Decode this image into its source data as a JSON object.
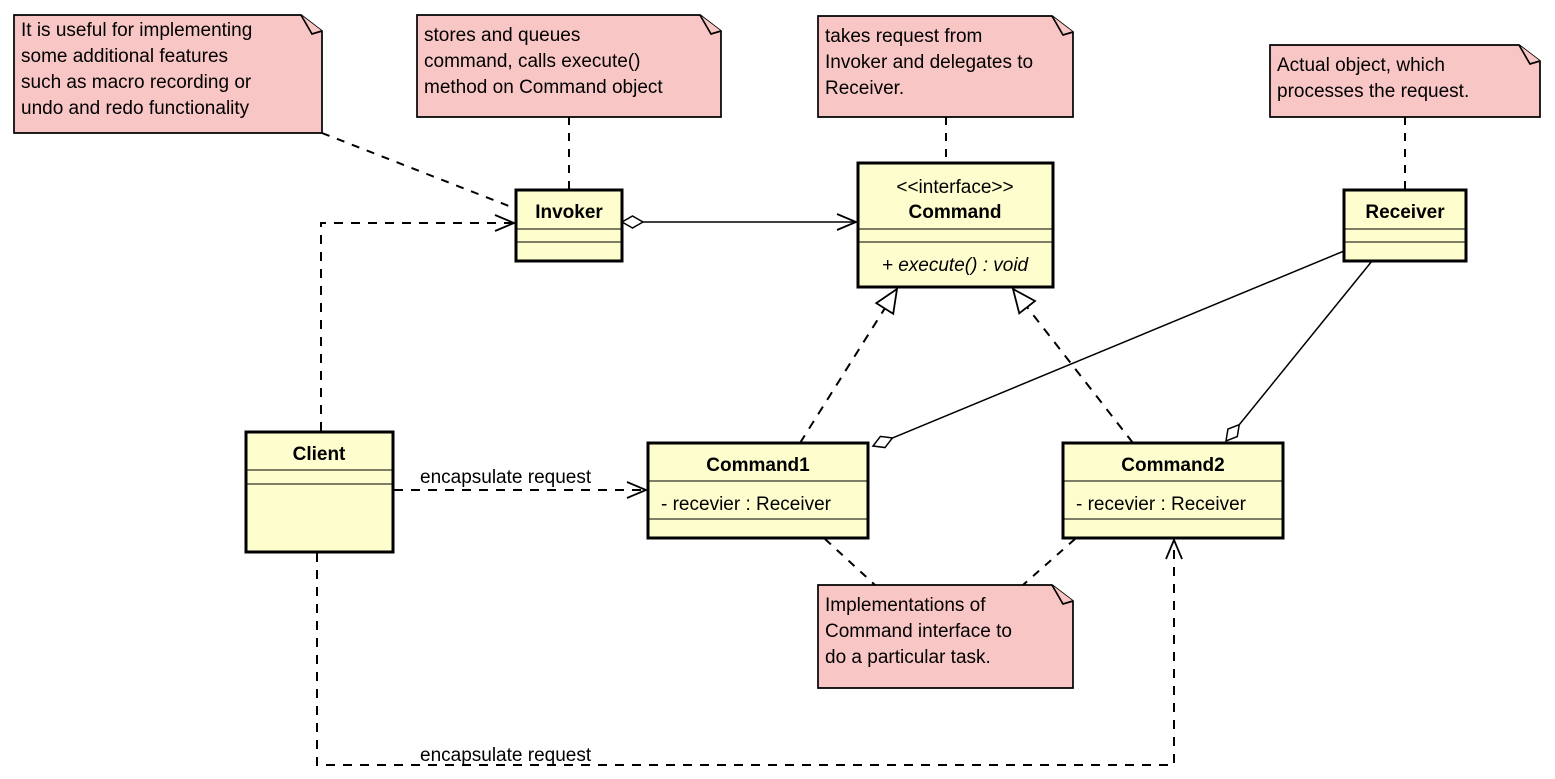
{
  "diagram": {
    "kind": "uml-class-diagram",
    "subject": "Command design pattern"
  },
  "colors": {
    "background": "#FFFFFF",
    "note_fill": "#F9C6C6",
    "class_fill": "#FDFDCE",
    "line": "#000000"
  },
  "notes": [
    {
      "id": "note-usefulness",
      "lines": [
        "It is useful for implementing",
        "some additional features",
        "such as macro recording or",
        "undo and redo functionality"
      ]
    },
    {
      "id": "note-invoker",
      "lines": [
        "stores and queues",
        "command, calls execute()",
        "method on Command object"
      ]
    },
    {
      "id": "note-command",
      "lines": [
        "takes request from",
        "Invoker and delegates to",
        "Receiver."
      ]
    },
    {
      "id": "note-receiver",
      "lines": [
        "Actual object, which",
        "processes the request."
      ]
    },
    {
      "id": "note-implementations",
      "lines": [
        "Implementations of",
        "Command interface to",
        "do a particular task."
      ]
    }
  ],
  "classes": [
    {
      "id": "invoker",
      "name": "Invoker",
      "stereotype": "",
      "attributes": [],
      "operations": []
    },
    {
      "id": "command",
      "name": "Command",
      "stereotype": "<<interface>>",
      "attributes": [],
      "operations": [
        "+ execute() : void"
      ]
    },
    {
      "id": "receiver",
      "name": "Receiver",
      "stereotype": "",
      "attributes": [],
      "operations": []
    },
    {
      "id": "client",
      "name": "Client",
      "stereotype": "",
      "attributes": [],
      "operations": []
    },
    {
      "id": "command1",
      "name": "Command1",
      "stereotype": "",
      "attributes": [
        "- recevier : Receiver"
      ],
      "operations": []
    },
    {
      "id": "command2",
      "name": "Command2",
      "stereotype": "",
      "attributes": [
        "- recevier : Receiver"
      ],
      "operations": []
    }
  ],
  "edges": [
    {
      "from": "Invoker",
      "to": "Command",
      "type": "aggregation-association",
      "label": ""
    },
    {
      "from": "Client",
      "to": "Invoker",
      "type": "dependency",
      "label": ""
    },
    {
      "from": "Client",
      "to": "Command1",
      "type": "dependency",
      "label": "encapsulate request"
    },
    {
      "from": "Client",
      "to": "Command2",
      "type": "dependency",
      "label": "encapsulate request"
    },
    {
      "from": "Command1",
      "to": "Command",
      "type": "realization",
      "label": ""
    },
    {
      "from": "Command2",
      "to": "Command",
      "type": "realization",
      "label": ""
    },
    {
      "from": "Receiver",
      "to": "Command1",
      "type": "aggregation",
      "label": ""
    },
    {
      "from": "Receiver",
      "to": "Command2",
      "type": "aggregation",
      "label": ""
    }
  ]
}
